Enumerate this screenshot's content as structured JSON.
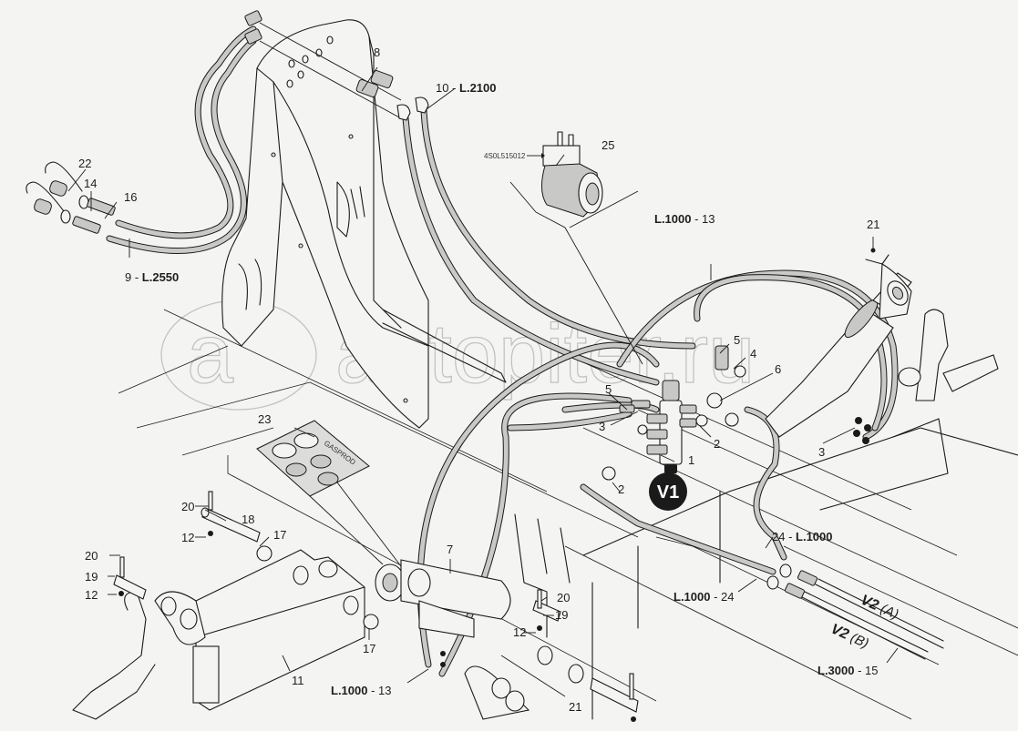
{
  "diagram": {
    "type": "exploded-parts-hydraulic-schematic",
    "watermark": "autopiter.ru",
    "watermark_logo": "a",
    "valve_badge": "V1",
    "part_code": "4S0L515012",
    "gasket_kit_text": "GASPROD",
    "labels": {
      "p8": "8",
      "p10_num": "10 - ",
      "p10_len": "L.2100",
      "p22": "22",
      "p14": "14",
      "p16": "16",
      "p9_num": "9 - ",
      "p9_len": "L.2550",
      "p25": "25",
      "p13a_len": "L.1000",
      "p13a_num": " - 13",
      "p21a": "21",
      "p5a": "5",
      "p4": "4",
      "p6": "6",
      "p5b": "5",
      "p3a": "3",
      "p2a": "2",
      "p1": "1",
      "p2b": "2",
      "p3b": "3",
      "p23": "23",
      "p20a": "20",
      "p18": "18",
      "p12a": "12",
      "p17a": "17",
      "p20b": "20",
      "p19a": "19",
      "p12b": "12",
      "p17b": "17",
      "p11": "11",
      "p7": "7",
      "p20c": "20",
      "p19b": "19",
      "p12c": "12",
      "p13b_len": "L.1000",
      "p13b_num": " - 13",
      "p21b": "21",
      "p24a_num": "24 - ",
      "p24a_len": "L.1000",
      "p24b_len": "L.1000",
      "p24b_num": " - 24",
      "v2a_code": "V2",
      "v2a_port": "(A)",
      "v2b_code": "V2",
      "v2b_port": "(B)",
      "p15_len": "L.3000",
      "p15_num": " - 15"
    }
  }
}
